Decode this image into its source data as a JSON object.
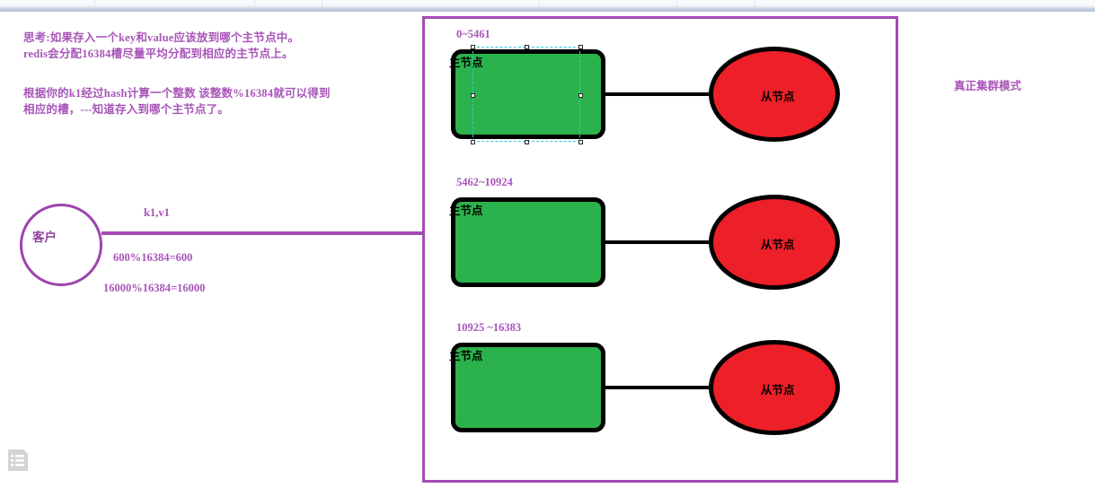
{
  "topbar": {
    "divider_positions": [
      105,
      283,
      358,
      600,
      753,
      840
    ]
  },
  "notes": {
    "note_1": "思考:如果存入一个key和value应该放到哪个主节点中。\nredis会分配16384槽尽量平均分配到相应的主节点上。",
    "note_2": "根据你的k1经过hash计算一个整数 该整数%16384就可以得到\n相应的槽，---知道存入到哪个主节点了。"
  },
  "client": {
    "label": "客户",
    "kv_label": "k1,v1",
    "mod_label_1": "600%16384=600",
    "mod_label_2": "16000%16384=16000"
  },
  "cluster": {
    "caption": "真正集群模式",
    "rows": [
      {
        "slot_range": "0~5461",
        "master_label": "主节点",
        "slave_label": "从节点",
        "selected": true
      },
      {
        "slot_range": "5462~10924",
        "master_label": "主节点",
        "slave_label": "从节点",
        "selected": false
      },
      {
        "slot_range": "10925 ~16383",
        "master_label": "主节点",
        "slave_label": "从节点",
        "selected": false
      }
    ]
  },
  "icons": {
    "document_icon": "document-list-icon"
  },
  "colors": {
    "accent_purple": "#a44bb5",
    "text_purple": "#a855b8",
    "master_green": "#2bb24c",
    "slave_red": "#ed1f28",
    "node_outline": "#000000",
    "selection_cyan": "#29c7e0",
    "topbar_bg": "#c8d2e0"
  }
}
